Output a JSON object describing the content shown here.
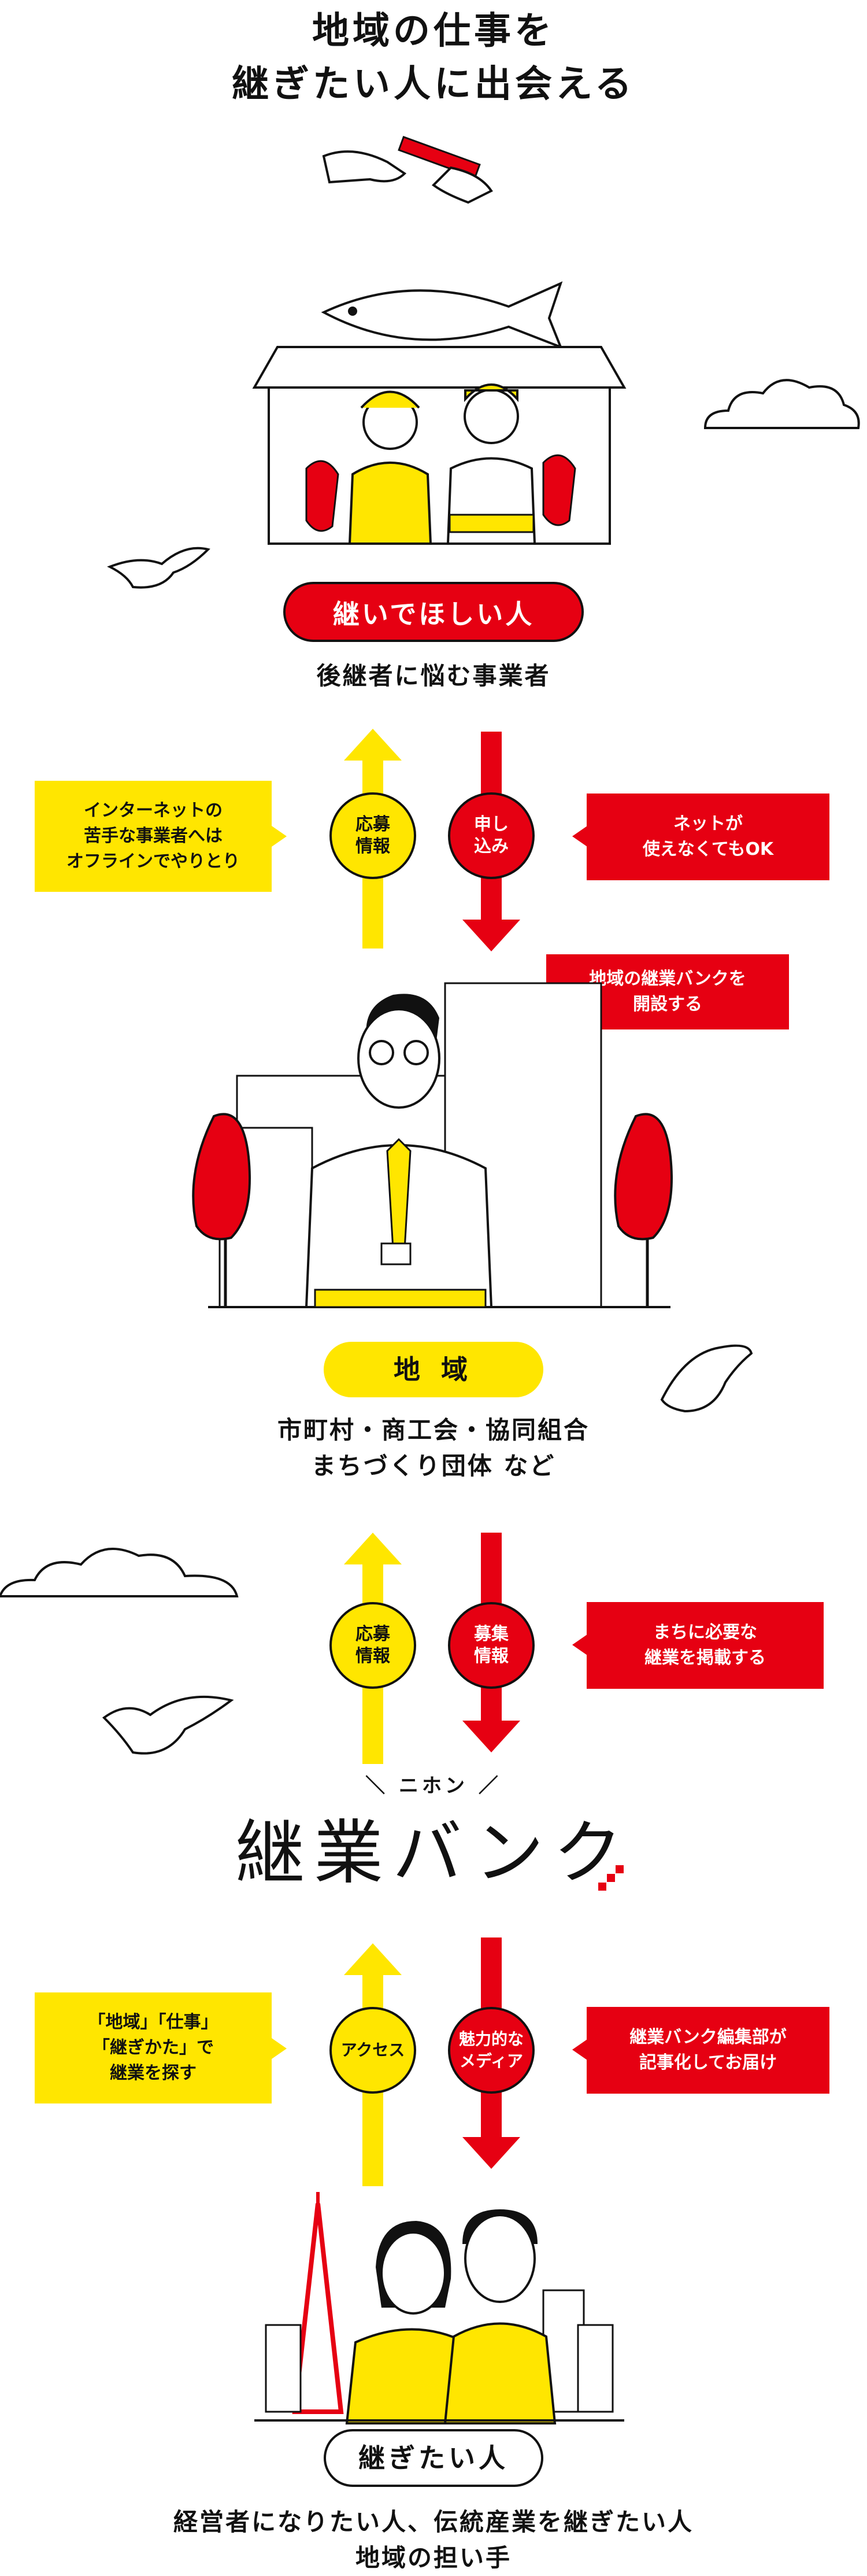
{
  "header": {
    "title_line1": "地域の仕事を",
    "title_line2": "継ぎたい人に出会える"
  },
  "section1": {
    "pill": "継いでほしい人",
    "desc": "後継者に悩む事業者"
  },
  "flow1": {
    "left_circle": "応募\n情報",
    "right_circle": "申し\n込み",
    "left_callout": "インターネットの\n苦手な事業者へは\nオフラインでやりとり",
    "right_callout": "ネットが\n使えなくてもOK",
    "right_callout2": "地域の継業バンクを\n開設する"
  },
  "section2": {
    "pill": "地 域",
    "desc_line1": "市町村・商工会・協同組合",
    "desc_line2": "まちづくり団体 など"
  },
  "flow2": {
    "left_circle": "応募\n情報",
    "right_circle": "募集\n情報",
    "right_callout": "まちに必要な\n継業を掲載する"
  },
  "brand": {
    "tagline": "＼ ニホン ／",
    "logo": "継業バンク"
  },
  "flow3": {
    "left_circle": "アクセス",
    "right_circle": "魅力的な\nメディア",
    "left_callout": "「地域」「仕事」\n「継ぎかた」で\n継業を探す",
    "right_callout": "継業バンク編集部が\n記事化してお届け"
  },
  "section3": {
    "pill": "継ぎたい人",
    "desc_line1": "経営者になりたい人、伝統産業を継ぎたい人",
    "desc_line2": "地域の担い手"
  },
  "colors": {
    "yellow": "#ffe600",
    "red": "#e60012",
    "ink": "#111111"
  }
}
